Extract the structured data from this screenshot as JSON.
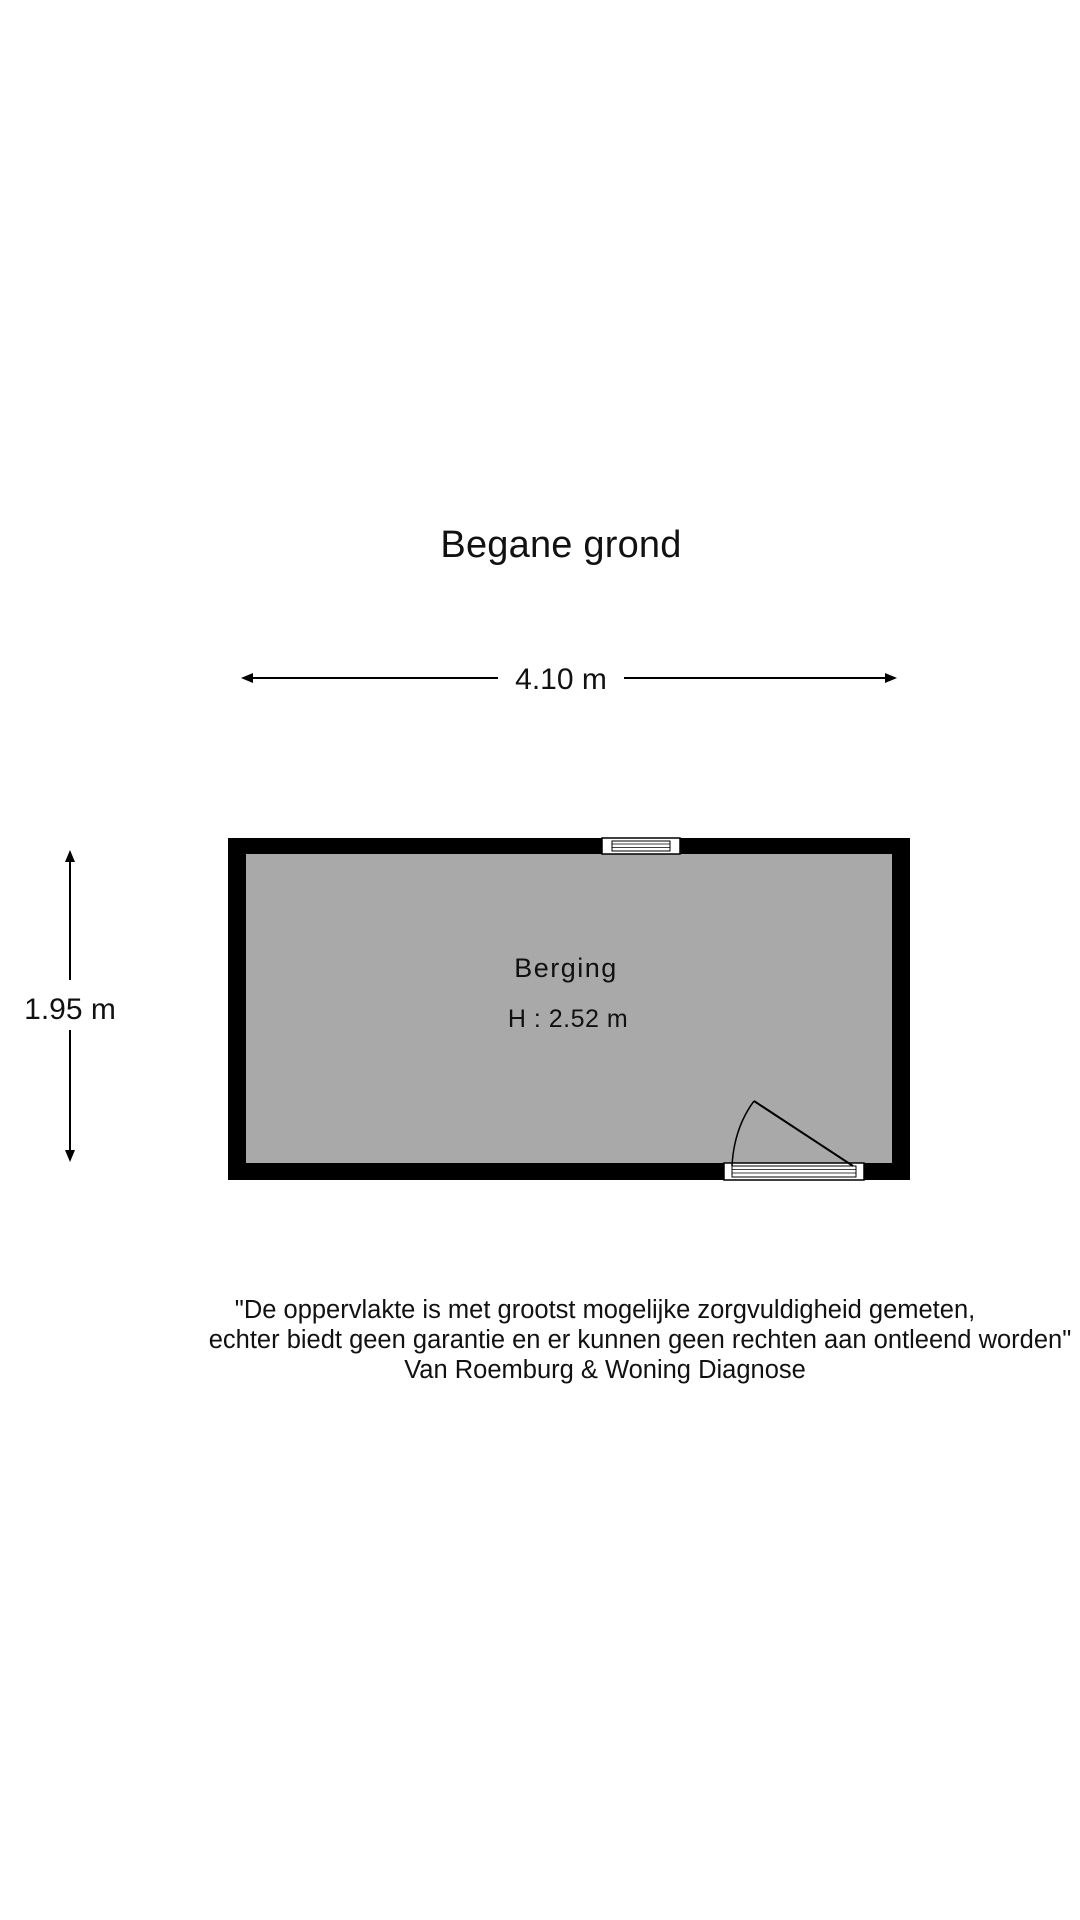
{
  "floor": {
    "title": "Begane grond"
  },
  "dimensions": {
    "width_label": "4.10 m",
    "height_label": "1.95 m"
  },
  "room": {
    "name": "Berging",
    "height_label": "H : 2.52 m",
    "floor_color": "#a9a9a9",
    "wall_color": "#000000"
  },
  "disclaimer": {
    "line1": "\"De oppervlakte is met grootst mogelijke zorgvuldigheid gemeten,",
    "line2": "echter biedt geen garantie en er kunnen geen rechten aan ontleend worden\"",
    "line3": "Van Roemburg & Woning Diagnose"
  }
}
